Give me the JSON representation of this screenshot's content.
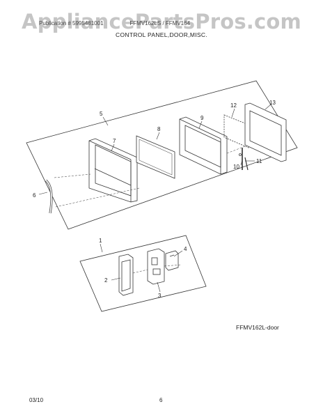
{
  "watermark": "AppliancePartsPros.com",
  "header": {
    "left": "Publication # 5995481001",
    "right": "FFMV162LS / FFMV164"
  },
  "page_title": "CONTROL PANEL,DOOR,MISC.",
  "callouts": {
    "c1": "1",
    "c2": "2",
    "c3": "3",
    "c4": "4",
    "c5": "5",
    "c6": "6",
    "c7": "7",
    "c8": "8",
    "c9": "9",
    "c10": "10",
    "c11": "11",
    "c12": "12",
    "c13": "13"
  },
  "diagram_id": "FFMV162L-door",
  "footer": {
    "date": "03/10",
    "page": "6"
  },
  "colors": {
    "line": "#333333",
    "watermark": "#969696"
  }
}
